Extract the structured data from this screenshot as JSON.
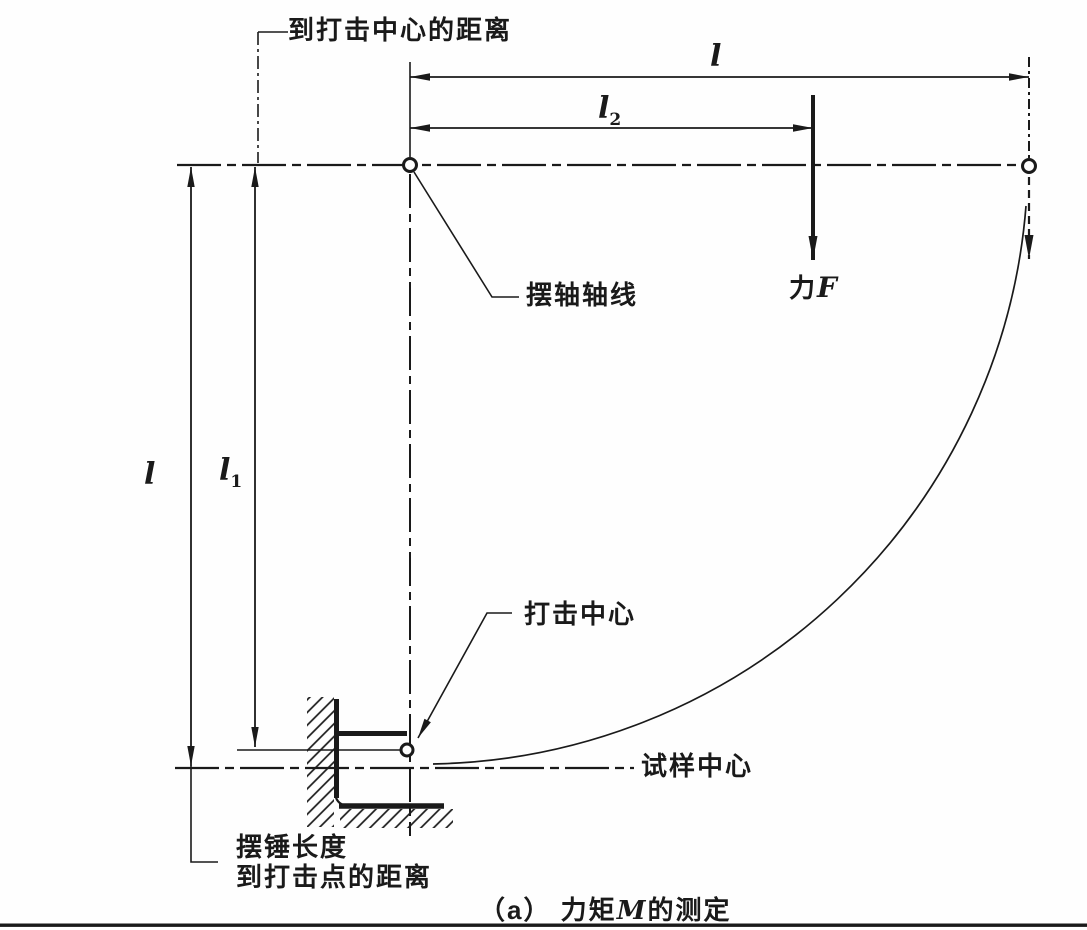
{
  "colors": {
    "ink": "#1a1a1a",
    "paper": "#fefefe"
  },
  "labels": {
    "distance_to_percussion_center": "到打击中心的距离",
    "pendulum_axis_line": "摆轴轴线",
    "percussion_center": "打击中心",
    "specimen_center": "试样中心",
    "pendulum_length_line1": "摆锤长度",
    "pendulum_length_line2": "到打击点的距离"
  },
  "force": {
    "zh": "力",
    "symbol": "F"
  },
  "dims": {
    "l_top": {
      "base": "l",
      "sub": ""
    },
    "l2": {
      "base": "l",
      "sub": "2"
    },
    "l_left": {
      "base": "l",
      "sub": ""
    },
    "l1": {
      "base": "l",
      "sub": "1"
    }
  },
  "caption": {
    "prefix": "（a） 力矩",
    "symbol": "M",
    "suffix": "的测定"
  }
}
